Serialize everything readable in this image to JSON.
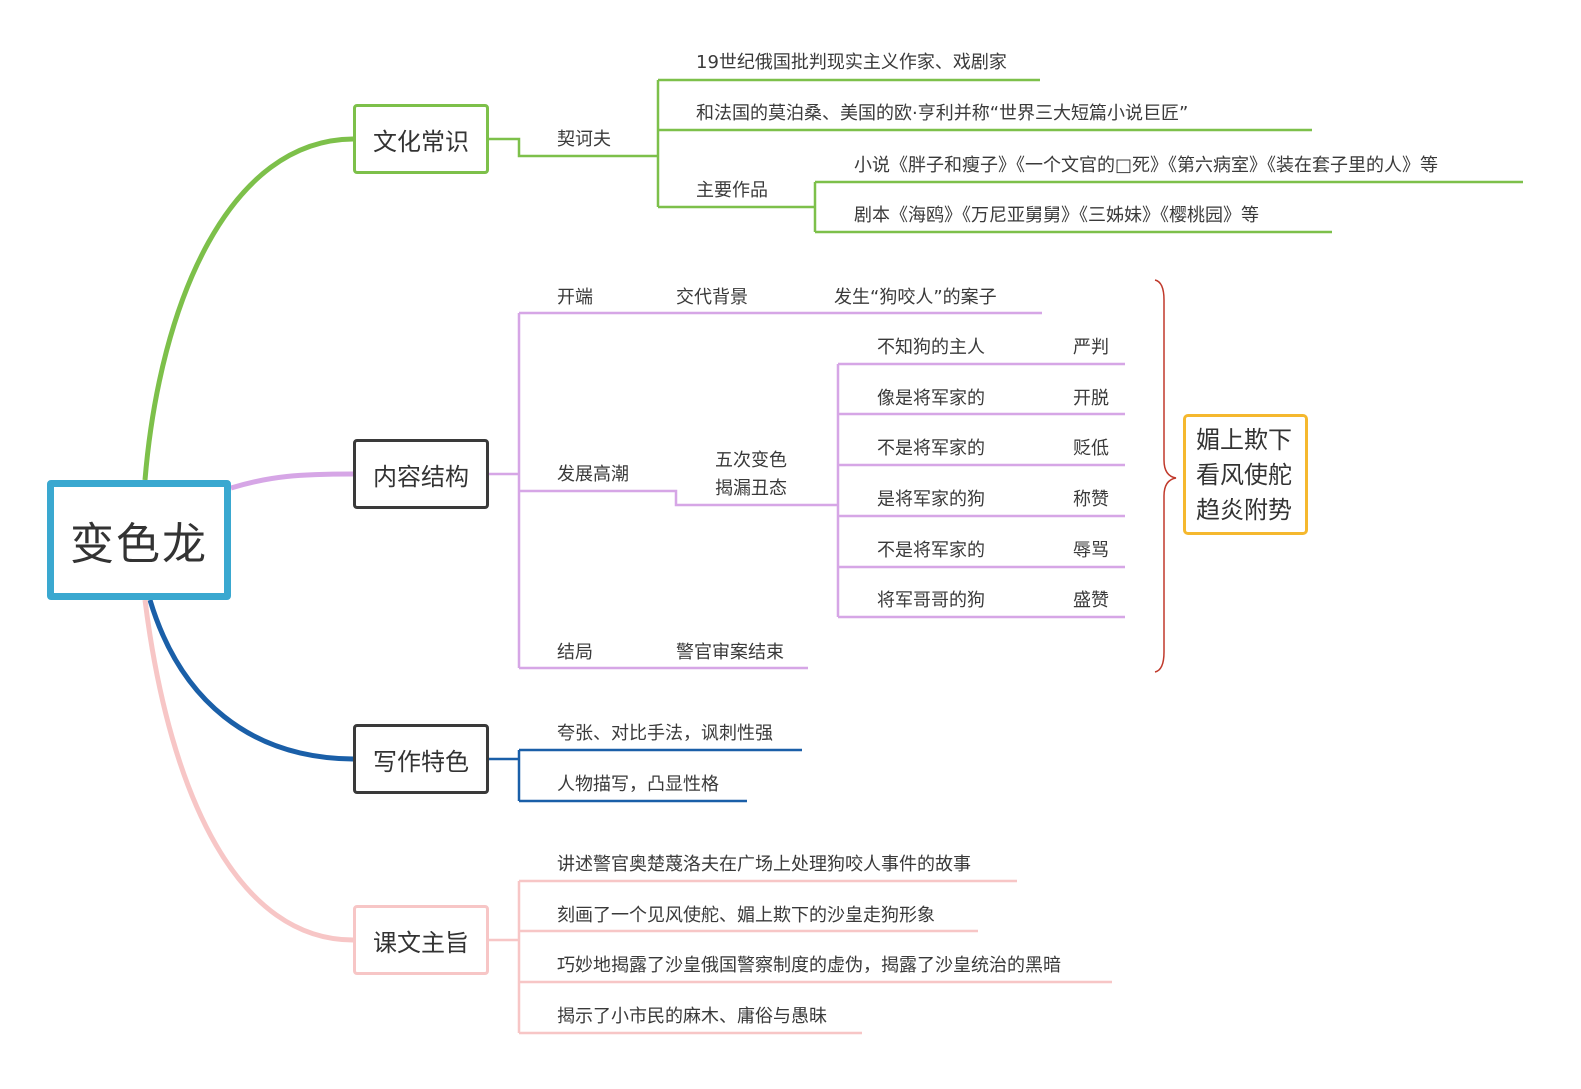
{
  "root": {
    "label": "变色龙"
  },
  "branches": {
    "culture": {
      "label": "文化常识",
      "author": "契诃夫",
      "facts": [
        "19世纪俄国批判现实主义作家、戏剧家",
        "和法国的莫泊桑、美国的欧·亨利并称“世界三大短篇小说巨匠”"
      ],
      "works_label": "主要作品",
      "works": [
        "小说《胖子和瘦子》《一个文官的□死》《第六病室》《装在套子里的人》等",
        "剧本《海鸥》《万尼亚舅舅》《三姊妹》《樱桃园》等"
      ]
    },
    "structure": {
      "label": "内容结构",
      "opening": {
        "label": "开端",
        "stage": "交代背景",
        "detail": "发生“狗咬人”的案子"
      },
      "climax": {
        "label": "发展高潮",
        "middle_line1": "五次变色",
        "middle_line2": "揭漏丑态",
        "changes": [
          {
            "judgment": "不知狗的主人",
            "attitude": "严判"
          },
          {
            "judgment": "像是将军家的",
            "attitude": "开脱"
          },
          {
            "judgment": "不是将军家的",
            "attitude": "贬低"
          },
          {
            "judgment": "是将军家的狗",
            "attitude": "称赞"
          },
          {
            "judgment": "不是将军家的",
            "attitude": "辱骂"
          },
          {
            "judgment": "将军哥哥的狗",
            "attitude": "盛赞"
          }
        ]
      },
      "ending": {
        "label": "结局",
        "detail": "警官审案结束"
      },
      "summary": [
        "媚上欺下",
        "看风使舵",
        "趋炎附势"
      ]
    },
    "writing": {
      "label": "写作特色",
      "items": [
        "夸张、对比手法，讽刺性强",
        "人物描写，凸显性格"
      ]
    },
    "theme": {
      "label": "课文主旨",
      "items": [
        "讲述警官奥楚蔑洛夫在广场上处理狗咬人事件的故事",
        "刻画了一个见风使舵、媚上欺下的沙皇走狗形象",
        "巧妙地揭露了沙皇俄国警察制度的虚伪，揭露了沙皇统治的黑暗",
        "揭示了小市民的麻木、庸俗与愚昧"
      ]
    }
  },
  "colors": {
    "culture": "#7dc04a",
    "structure": "#d6a6e6",
    "writing": "#1a5fa8",
    "theme": "#f7c6c6",
    "root_border": "#3aa8d0",
    "summary_border": "#f5b82e",
    "brace": "#c0392b"
  }
}
